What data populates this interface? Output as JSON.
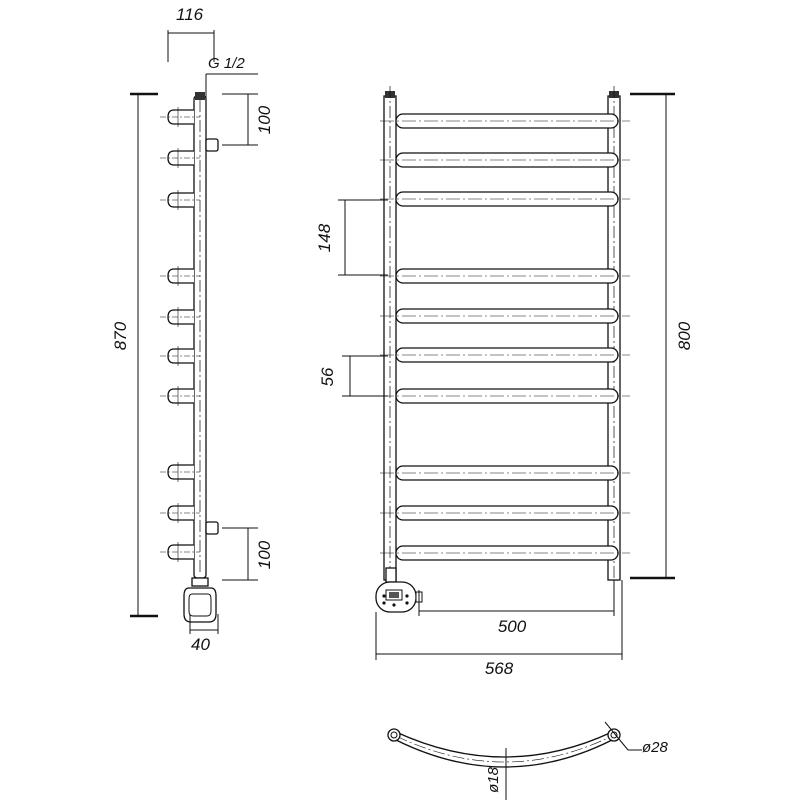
{
  "drawing": {
    "side_view": {
      "depth": "116",
      "thread": "G 1/2",
      "top_connection_offset": "100",
      "bottom_connection_offset": "100",
      "total_height": "870",
      "heater_width": "40"
    },
    "front_view": {
      "rung_pitch_large": "148",
      "rung_pitch_small": "56",
      "rail_height": "800",
      "center_distance": "500",
      "total_width": "568"
    },
    "top_view": {
      "rung_diameter": "ø18",
      "rail_diameter": "ø28"
    }
  }
}
